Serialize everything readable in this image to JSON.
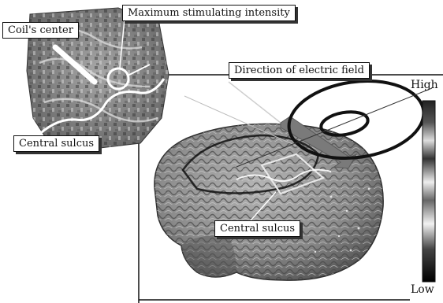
{
  "labels": {
    "coil_center": "Coil's center",
    "max_intensity": "Maximum stimulating intensity",
    "direction_field": "Direction of electric field",
    "central_sulcus_inset": "Central sulcus",
    "central_sulcus_main": "Central sulcus"
  },
  "colorbar": {
    "high": "High",
    "low": "Low"
  },
  "colors": {
    "brain_fill": "#9a9a9a",
    "brain_dark": "#3a3a3a",
    "arrow": "#7a7a7a",
    "coil_ring": "#111111"
  }
}
